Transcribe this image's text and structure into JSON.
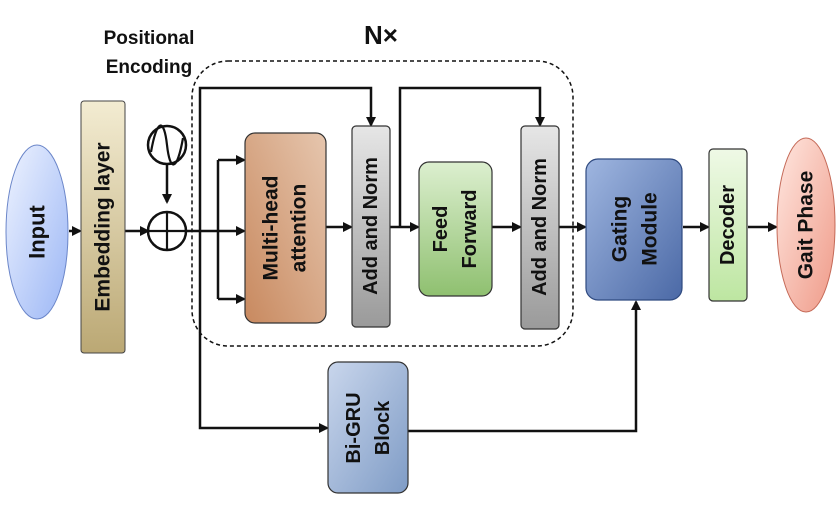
{
  "header": {
    "positional_encoding_line1": "Positional",
    "positional_encoding_line2": "Encoding",
    "repeat_label": "N×"
  },
  "nodes": {
    "input": {
      "label": "Input",
      "color_top": "#eef3ff",
      "color_bottom": "#9bb6f5"
    },
    "embedding": {
      "label": "Embedding layer",
      "color_top": "#f3ecd2",
      "color_bottom": "#bba874"
    },
    "mha": {
      "line1": "Multi-head",
      "line2": "attention",
      "color_top": "#e6c6ae",
      "color_bottom": "#c8895f"
    },
    "add_norm_1": {
      "label": "Add and Norm",
      "color_top": "#e6e6e6",
      "color_bottom": "#9a9a9a"
    },
    "feed_forward": {
      "line1": "Feed",
      "line2": "Forward",
      "color_top": "#dcefcf",
      "color_bottom": "#8fc070"
    },
    "add_norm_2": {
      "label": "Add and Norm",
      "color_top": "#e6e6e6",
      "color_bottom": "#9a9a9a"
    },
    "gating": {
      "line1": "Gating",
      "line2": "Module",
      "color_top": "#9fb6e0",
      "color_bottom": "#4b69a6"
    },
    "decoder": {
      "label": "Decoder",
      "color_top": "#eff9e6",
      "color_bottom": "#bde6a1"
    },
    "gait_phase": {
      "label": "Gait Phase",
      "color_top": "#ffe7e0",
      "color_bottom": "#ef9a88"
    },
    "bigru": {
      "line1": "Bi-GRU",
      "line2": "Block",
      "color_top": "#c9d6ec",
      "color_bottom": "#7f9cc6"
    }
  },
  "icons": {
    "sine": "sine-wave-icon",
    "adder": "adder-icon"
  }
}
